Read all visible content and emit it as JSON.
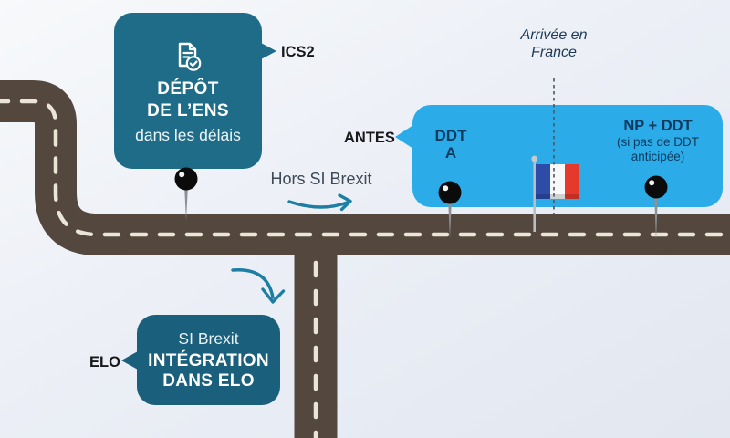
{
  "colors": {
    "teal_bubble": "#1f6c89",
    "teal_bubble_dark": "#1a5f7b",
    "blue_bubble": "#2bace9",
    "road": "#54483e",
    "road_dash": "#ebe5d8",
    "arrow_teal": "#1d7ea4",
    "navy_text": "#0d3a5e",
    "flag_blue": "#2c4ca8",
    "flag_red": "#e53a2b"
  },
  "ens_bubble": {
    "icon": "document-check-icon",
    "title_line1": "DÉPÔT",
    "title_line2": "DE L’ENS",
    "subtitle": "dans les délais",
    "tag": "ICS2"
  },
  "flow": {
    "hors_si_brexit": "Hors SI Brexit",
    "arrivee_line1": "Arrivée en",
    "arrivee_line2": "France"
  },
  "antes_bubble": {
    "tag": "ANTES",
    "stop1_line1": "DDT",
    "stop1_line2": "A",
    "stop2_title": "NP + DDT",
    "stop2_sub_line1": "(si pas de DDT",
    "stop2_sub_line2": "anticipée)"
  },
  "elo_bubble": {
    "tag": "ELO",
    "line1": "SI Brexit",
    "line2": "INTÉGRATION",
    "line3": "DANS ELO"
  }
}
